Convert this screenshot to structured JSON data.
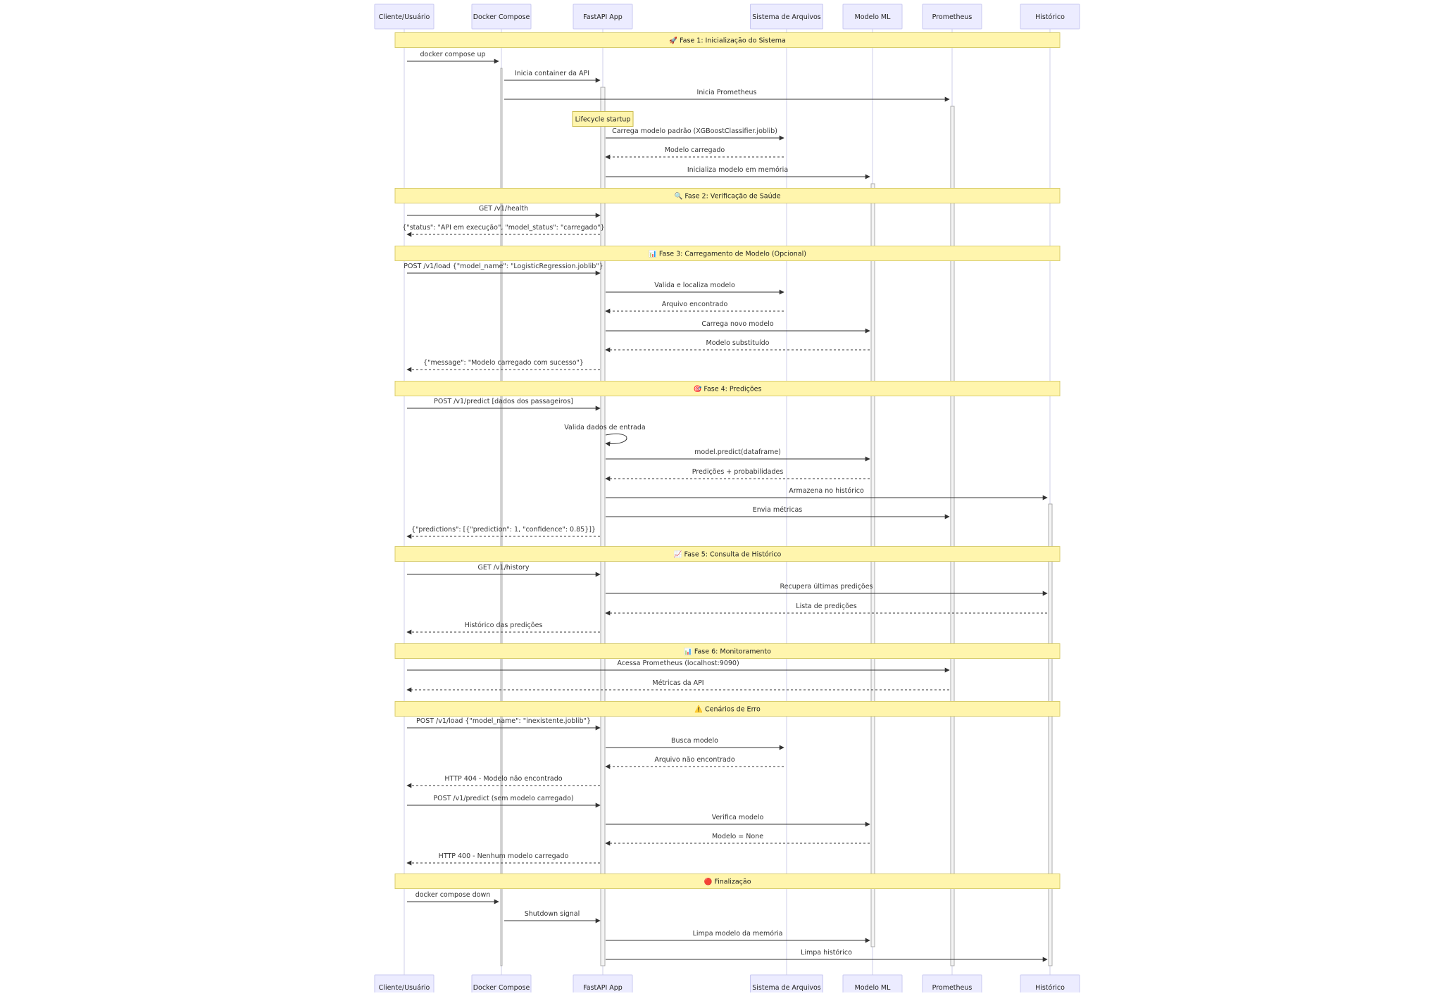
{
  "participants": [
    {
      "id": "cliente",
      "label": "Cliente/Usuário"
    },
    {
      "id": "docker",
      "label": "Docker Compose"
    },
    {
      "id": "fastapi",
      "label": "FastAPI App"
    },
    {
      "id": "fs",
      "label": "Sistema de Arquivos"
    },
    {
      "id": "modelo",
      "label": "Modelo ML"
    },
    {
      "id": "prom",
      "label": "Prometheus"
    },
    {
      "id": "hist",
      "label": "Histórico"
    }
  ],
  "items": [
    {
      "kind": "phase",
      "text": "🚀 Fase 1: Inicialização do Sistema"
    },
    {
      "kind": "msg",
      "from": "cliente",
      "to": "docker",
      "text": "docker compose up",
      "dashed": false
    },
    {
      "kind": "msg",
      "from": "docker",
      "to": "fastapi",
      "text": "Inicia container da API",
      "dashed": false
    },
    {
      "kind": "msg",
      "from": "docker",
      "to": "prom",
      "text": "Inicia Prometheus",
      "dashed": false
    },
    {
      "kind": "note",
      "over": "fastapi",
      "text": "Lifecycle startup"
    },
    {
      "kind": "msg",
      "from": "fastapi",
      "to": "fs",
      "text": "Carrega modelo padrão (XGBoostClassifier.joblib)",
      "dashed": false
    },
    {
      "kind": "msg",
      "from": "fs",
      "to": "fastapi",
      "text": "Modelo carregado",
      "dashed": true
    },
    {
      "kind": "msg",
      "from": "fastapi",
      "to": "modelo",
      "text": "Inicializa modelo em memória",
      "dashed": false
    },
    {
      "kind": "phase",
      "text": "🔍 Fase 2: Verificação de Saúde"
    },
    {
      "kind": "msg",
      "from": "cliente",
      "to": "fastapi",
      "text": "GET /v1/health",
      "dashed": false
    },
    {
      "kind": "msg",
      "from": "fastapi",
      "to": "cliente",
      "text": "{\"status\": \"API em execução\", \"model_status\": \"carregado\"}",
      "dashed": true
    },
    {
      "kind": "phase",
      "text": "📊 Fase 3: Carregamento de Modelo (Opcional)"
    },
    {
      "kind": "msg",
      "from": "cliente",
      "to": "fastapi",
      "text": "POST /v1/load {\"model_name\": \"LogisticRegression.joblib\"}",
      "dashed": false
    },
    {
      "kind": "msg",
      "from": "fastapi",
      "to": "fs",
      "text": "Valida e localiza modelo",
      "dashed": false
    },
    {
      "kind": "msg",
      "from": "fs",
      "to": "fastapi",
      "text": "Arquivo encontrado",
      "dashed": true
    },
    {
      "kind": "msg",
      "from": "fastapi",
      "to": "modelo",
      "text": "Carrega novo modelo",
      "dashed": false
    },
    {
      "kind": "msg",
      "from": "modelo",
      "to": "fastapi",
      "text": "Modelo substituído",
      "dashed": true
    },
    {
      "kind": "msg",
      "from": "fastapi",
      "to": "cliente",
      "text": "{\"message\": \"Modelo carregado com sucesso\"}",
      "dashed": true
    },
    {
      "kind": "phase",
      "text": "🎯 Fase 4: Predições"
    },
    {
      "kind": "msg",
      "from": "cliente",
      "to": "fastapi",
      "text": "POST /v1/predict [dados dos passageiros]",
      "dashed": false
    },
    {
      "kind": "self",
      "on": "fastapi",
      "text": "Valida dados de entrada"
    },
    {
      "kind": "msg",
      "from": "fastapi",
      "to": "modelo",
      "text": "model.predict(dataframe)",
      "dashed": false
    },
    {
      "kind": "msg",
      "from": "modelo",
      "to": "fastapi",
      "text": "Predições + probabilidades",
      "dashed": true
    },
    {
      "kind": "msg",
      "from": "fastapi",
      "to": "hist",
      "text": "Armazena no histórico",
      "dashed": false
    },
    {
      "kind": "msg",
      "from": "fastapi",
      "to": "prom",
      "text": "Envia métricas",
      "dashed": false
    },
    {
      "kind": "msg",
      "from": "fastapi",
      "to": "cliente",
      "text": "{\"predictions\": [{\"prediction\": 1, \"confidence\": 0.85}]}",
      "dashed": true
    },
    {
      "kind": "phase",
      "text": "📈 Fase 5: Consulta de Histórico"
    },
    {
      "kind": "msg",
      "from": "cliente",
      "to": "fastapi",
      "text": "GET /v1/history",
      "dashed": false
    },
    {
      "kind": "msg",
      "from": "fastapi",
      "to": "hist",
      "text": "Recupera últimas predições",
      "dashed": false
    },
    {
      "kind": "msg",
      "from": "hist",
      "to": "fastapi",
      "text": "Lista de predições",
      "dashed": true
    },
    {
      "kind": "msg",
      "from": "fastapi",
      "to": "cliente",
      "text": "Histórico das predições",
      "dashed": true
    },
    {
      "kind": "phase",
      "text": "📊 Fase 6: Monitoramento"
    },
    {
      "kind": "msg",
      "from": "cliente",
      "to": "prom",
      "text": "Acessa Prometheus (localhost:9090)",
      "dashed": false
    },
    {
      "kind": "msg",
      "from": "prom",
      "to": "cliente",
      "text": "Métricas da API",
      "dashed": true
    },
    {
      "kind": "phase",
      "text": "⚠️ Cenários de Erro"
    },
    {
      "kind": "msg",
      "from": "cliente",
      "to": "fastapi",
      "text": "POST /v1/load {\"model_name\": \"inexistente.joblib\"}",
      "dashed": false
    },
    {
      "kind": "msg",
      "from": "fastapi",
      "to": "fs",
      "text": "Busca modelo",
      "dashed": false
    },
    {
      "kind": "msg",
      "from": "fs",
      "to": "fastapi",
      "text": "Arquivo não encontrado",
      "dashed": true
    },
    {
      "kind": "msg",
      "from": "fastapi",
      "to": "cliente",
      "text": "HTTP 404 - Modelo não encontrado",
      "dashed": true
    },
    {
      "kind": "msg",
      "from": "cliente",
      "to": "fastapi",
      "text": "POST /v1/predict (sem modelo carregado)",
      "dashed": false
    },
    {
      "kind": "msg",
      "from": "fastapi",
      "to": "modelo",
      "text": "Verifica modelo",
      "dashed": false
    },
    {
      "kind": "msg",
      "from": "modelo",
      "to": "fastapi",
      "text": "Modelo = None",
      "dashed": true
    },
    {
      "kind": "msg",
      "from": "fastapi",
      "to": "cliente",
      "text": "HTTP 400 - Nenhum modelo carregado",
      "dashed": true
    },
    {
      "kind": "phase",
      "text": "🔴 Finalização"
    },
    {
      "kind": "msg",
      "from": "cliente",
      "to": "docker",
      "text": "docker compose down",
      "dashed": false
    },
    {
      "kind": "msg",
      "from": "docker",
      "to": "fastapi",
      "text": "Shutdown signal",
      "dashed": false
    },
    {
      "kind": "msg",
      "from": "fastapi",
      "to": "modelo",
      "text": "Limpa modelo da memória",
      "dashed": false
    },
    {
      "kind": "msg",
      "from": "fastapi",
      "to": "hist",
      "text": "Limpa histórico",
      "dashed": false
    }
  ],
  "colors": {
    "actor_fill": "#ECECFF",
    "actor_stroke": "#C9C9F0",
    "lifeline": "#CFCFE8",
    "phase_fill": "#FFF5AD",
    "phase_stroke": "#D8CC6E",
    "note_fill": "#FFF5AD",
    "note_stroke": "#C9B94A",
    "arrow": "#333333",
    "activation_fill": "#F4F4F4",
    "activation_stroke": "#9A9A9A"
  }
}
